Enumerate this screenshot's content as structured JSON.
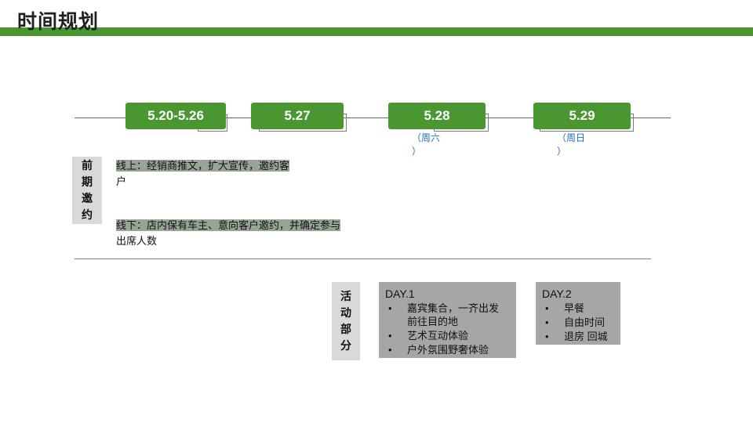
{
  "slide": {
    "title": "时间规划",
    "accent_color": "#4a9631",
    "highlight_color": "#98a596",
    "card_color": "#a6a6a6",
    "label_color": "#d9d9d9",
    "sub_text_color": "#1f6eb5"
  },
  "timeline": {
    "nodes": [
      {
        "label": "5.20-5.26",
        "sub": ""
      },
      {
        "label": "5.27",
        "sub": ""
      },
      {
        "label": "5.28",
        "sub": "（周六\n）"
      },
      {
        "label": "5.29",
        "sub": "（周日\n）"
      }
    ]
  },
  "sections": [
    {
      "label": "前期邀约",
      "rows": [
        {
          "highlighted": "线上：经销商推文，扩大宣传，邀约客",
          "tail": "户"
        },
        {
          "highlighted": "线下：店内保有车主、意向客户邀约，并确定参与",
          "tail": "出席人数"
        }
      ]
    },
    {
      "label": "活动部分",
      "cards": [
        {
          "title": "DAY.1",
          "items": [
            "嘉宾集合，一齐出发前往目的地",
            "艺术互动体验",
            "户外氛围野奢体验"
          ]
        },
        {
          "title": "DAY.2",
          "items": [
            "早餐",
            "自由时间",
            "退房 回城"
          ]
        }
      ]
    }
  ]
}
